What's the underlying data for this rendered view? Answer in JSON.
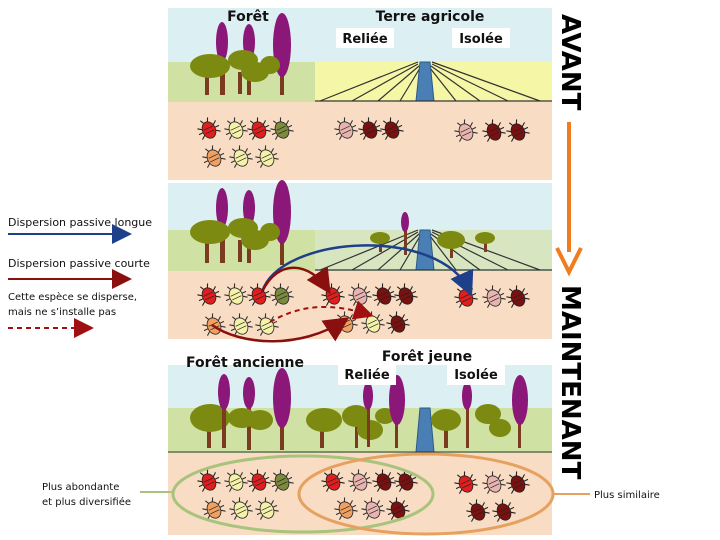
{
  "panels": {
    "top": {
      "forest": "Forêt",
      "farm": "Terre agricole",
      "connected": "Reliée",
      "isolated": "Isolée"
    },
    "middle": {},
    "bottom": {
      "old_forest": "Forêt ancienne",
      "young_forest": "Forêt jeune",
      "connected": "Reliée",
      "isolated": "Isolée"
    }
  },
  "side_labels": {
    "before": "AVANT",
    "now": "MAINTENANT"
  },
  "legend": {
    "long": "Dispersion passive longue",
    "short": "Dispersion passive courte",
    "noinstall_1": "Cette espèce se disperse,",
    "noinstall_2": "mais ne s’installe pas"
  },
  "annotations": {
    "abundant_1": "Plus abondante",
    "abundant_2": "et plus diversifiée",
    "similar": "Plus similaire"
  },
  "colors": {
    "sky": "#dceff3",
    "grass": "#cfe2a4",
    "field": "#f6f7a6",
    "soil": "#f9dcc4",
    "tree": "#7d8a11",
    "trunk": "#7a3b1f",
    "purple_tree": "#8b1778",
    "river": "#4a7fb5",
    "green_ellipse": "#a8c47c",
    "orange_ellipse": "#e6a15f",
    "timeline_arrow": "#f07c1e"
  }
}
